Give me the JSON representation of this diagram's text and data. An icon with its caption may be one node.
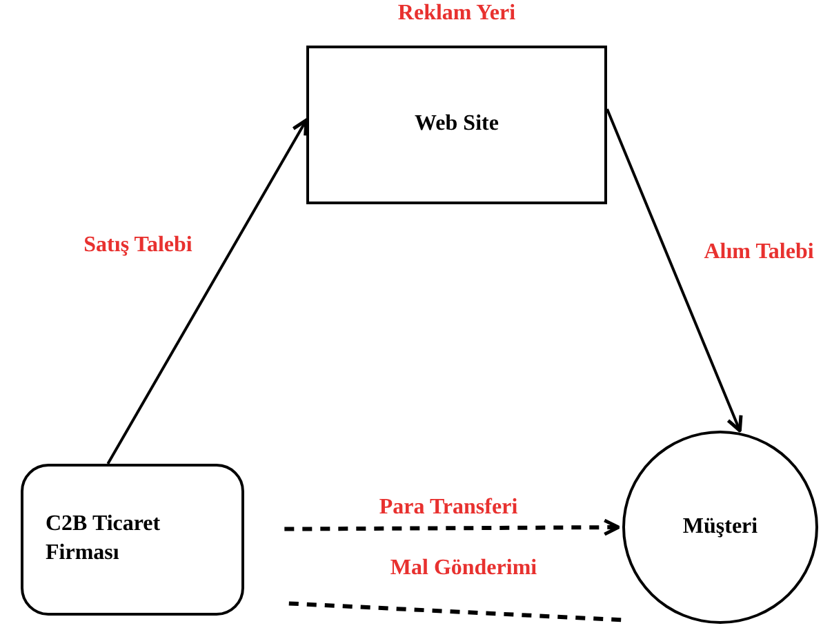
{
  "diagram": {
    "nodes": [
      {
        "text": [
          "Reklam Yeri",
          "Web Site"
        ]
      },
      {
        "text": [
          "C2B Ticaret Firması"
        ]
      },
      {
        "text": [
          "Müşteri"
        ]
      }
    ],
    "edges": [
      {
        "from": 1,
        "to": 0,
        "arrow": "to",
        "label": "Satış Talebi"
      },
      {
        "from": 0,
        "to": 2,
        "arrow": "to",
        "label": "Alım Talebi"
      },
      {
        "from": 1,
        "to": 2,
        "arrow": "to",
        "label": "Para Transferi",
        "style": "dashed"
      },
      {
        "from": 1,
        "to": 2,
        "arrow": "none",
        "label": "Mal Gönderimi",
        "style": "dashed"
      }
    ]
  }
}
